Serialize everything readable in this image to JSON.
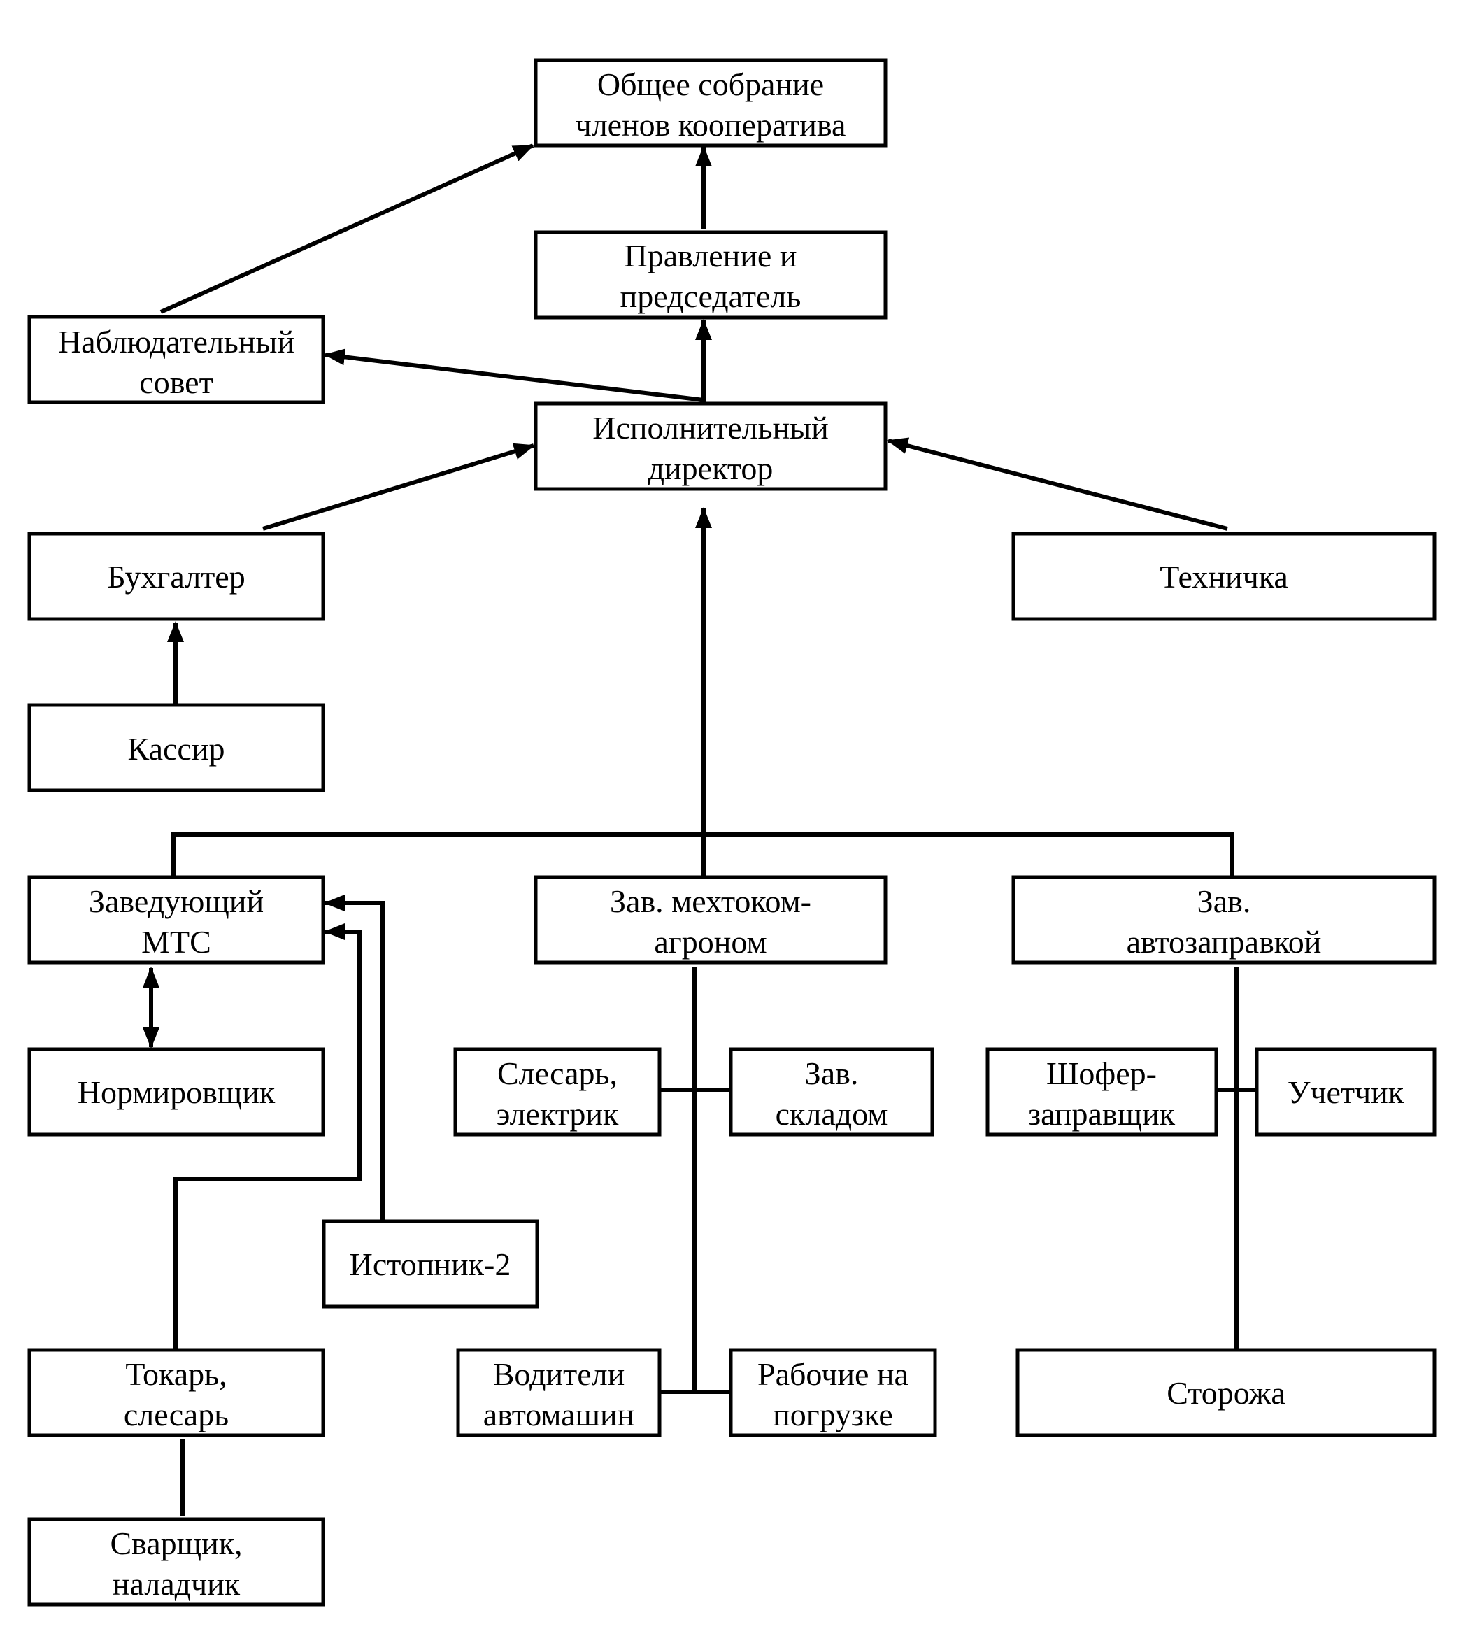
{
  "nodes": {
    "general_meeting": [
      "Общее собрание",
      "членов кооператива"
    ],
    "board_chairman": [
      "Правление и",
      "председатель"
    ],
    "supervisory_board": [
      "Наблюдательный",
      "совет"
    ],
    "executive_director": [
      "Исполнительный",
      "директор"
    ],
    "accountant": [
      "Бухгалтер"
    ],
    "technician": [
      "Техничка"
    ],
    "cashier": [
      "Кассир"
    ],
    "mts_head": [
      "Заведующий",
      "МТС"
    ],
    "mechanization_head": [
      "Зав. мехтоком-",
      "агроном"
    ],
    "fuel_station_head": [
      "Зав.",
      "автозаправкой"
    ],
    "rate_setter": [
      "Нормировщик"
    ],
    "locksmith_electrician": [
      "Слесарь,",
      "электрик"
    ],
    "warehouse_head": [
      "Зав.",
      "складом"
    ],
    "driver_fueler": [
      "Шофер-",
      "заправщик"
    ],
    "accounting_clerk": [
      "Учетчик"
    ],
    "stoker": [
      "Истопник-2"
    ],
    "turner_locksmith": [
      "Токарь,",
      "слесарь"
    ],
    "car_drivers": [
      "Водители",
      "автомашин"
    ],
    "loaders": [
      "Рабочие на",
      "погрузке"
    ],
    "guards": [
      "Сторожа"
    ],
    "welder_adjuster": [
      "Сварщик,",
      "наладчик"
    ]
  }
}
